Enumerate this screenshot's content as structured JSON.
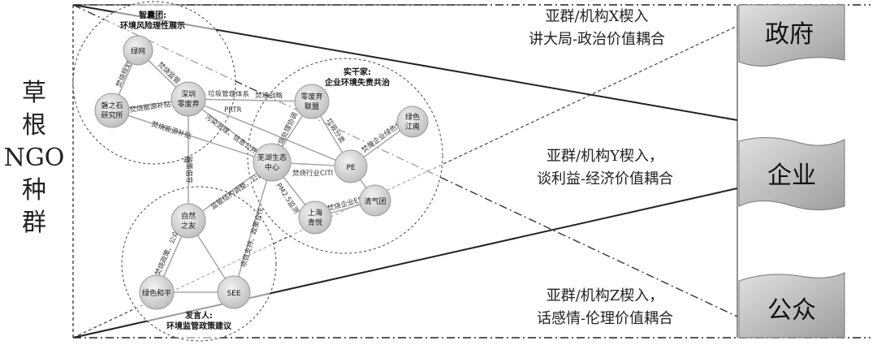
{
  "left_label": [
    "草",
    "根",
    "NGO",
    "种",
    "群"
  ],
  "stakeholders": {
    "government": "政府",
    "enterprise": "企业",
    "public": "公众"
  },
  "right_texts": {
    "x": {
      "line1": "亚群/机构X楔入",
      "line2": "讲大局-政治价值耦合"
    },
    "y": {
      "line1": "亚群/机构Y楔入，",
      "line2": "谈利益-经济价值耦合"
    },
    "z": {
      "line1": "亚群/机构Z楔入，",
      "line2": "话感情-伦理价值耦合"
    }
  },
  "clusters": {
    "think_tank": {
      "line1": "智囊团:",
      "line2": "环境风险理性展示"
    },
    "doer": {
      "line1": "实干家:",
      "line2": "企业环境失责共治"
    },
    "speaker": {
      "line1": "发言人:",
      "line2": "环境监管政策建议"
    }
  },
  "nodes": {
    "lvwang": "绿网",
    "shenzhen": [
      "深圳",
      "零废弃"
    ],
    "panzhishi": [
      "磐之石",
      "研究所"
    ],
    "lingfeiqi": [
      "零废弃",
      "联盟"
    ],
    "lvse_jiangnan": [
      "绿色",
      "江南"
    ],
    "pe": "PE",
    "wuhu": [
      "芜湖生态",
      "中心"
    ],
    "shanghai": [
      "上海",
      "青悦"
    ],
    "qingqituan": "清气团",
    "ziran": [
      "自然",
      "之友"
    ],
    "lvse_heping": "绿色和平",
    "see": "SEE"
  },
  "edge_labels": {
    "e1": "焚烧规划",
    "e2": "焚烧监管",
    "e3": "焚烧能源补贴",
    "e4": "焚烧能源补贴",
    "e5": "垃圾管理体系",
    "e6": "焚烧战略",
    "e7": "PRTR",
    "e8": "污染治理、信息公开",
    "e9": "政策倡导",
    "e10": "垃圾分类",
    "e11": "垃圾处理协调",
    "e12": "焚烧企业绿色供应链",
    "e13": "焚烧行业CITI",
    "e14": "焚烧企业ESG",
    "e15": "PM2.5监测",
    "e16": "监管结构调整、公益诉讼",
    "e17": "项目支持、政策合作",
    "e18": "焚烧政策、公众倡导"
  }
}
